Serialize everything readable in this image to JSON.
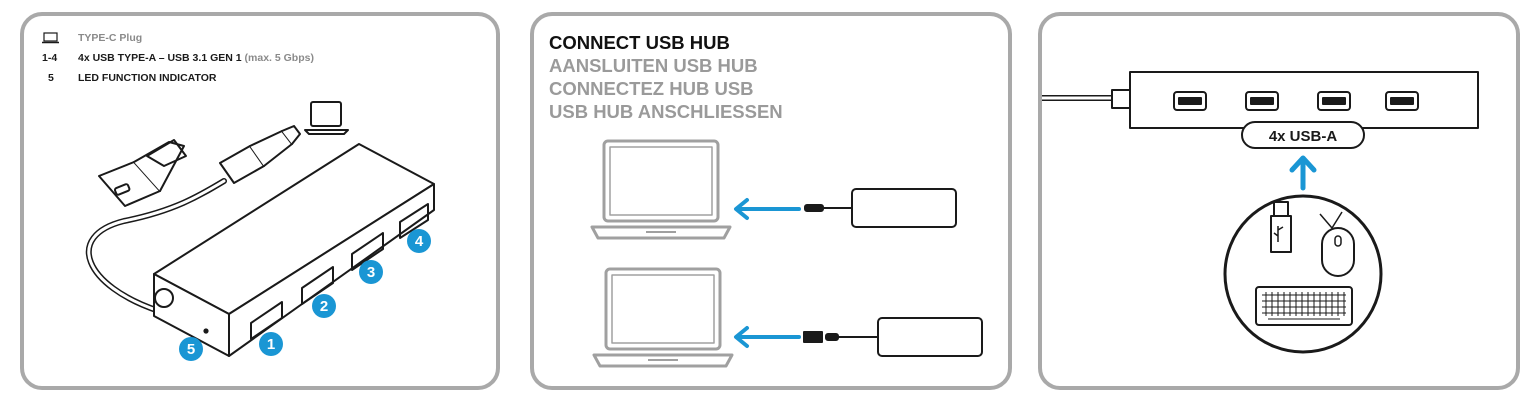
{
  "legend": {
    "items": [
      {
        "num": "",
        "label": "TYPE-C Plug",
        "extra": ""
      },
      {
        "num": "1-4",
        "label": "4x USB TYPE-A – USB 3.1 GEN 1",
        "extra": "(max. 5 Gbps)"
      },
      {
        "num": "5",
        "label": "LED FUNCTION INDICATOR",
        "extra": ""
      }
    ]
  },
  "callouts": [
    "1",
    "2",
    "3",
    "4",
    "5"
  ],
  "connect": {
    "titles": [
      "CONNECT USB HUB",
      "AANSLUITEN USB HUB",
      "CONNECTEZ HUB USB",
      "USB HUB ANSCHLIESSEN"
    ]
  },
  "ports": {
    "label": "4x USB-A"
  },
  "colors": {
    "accent": "#1a96d4",
    "border": "#a9a9a9",
    "ink": "#1a1a1a"
  }
}
